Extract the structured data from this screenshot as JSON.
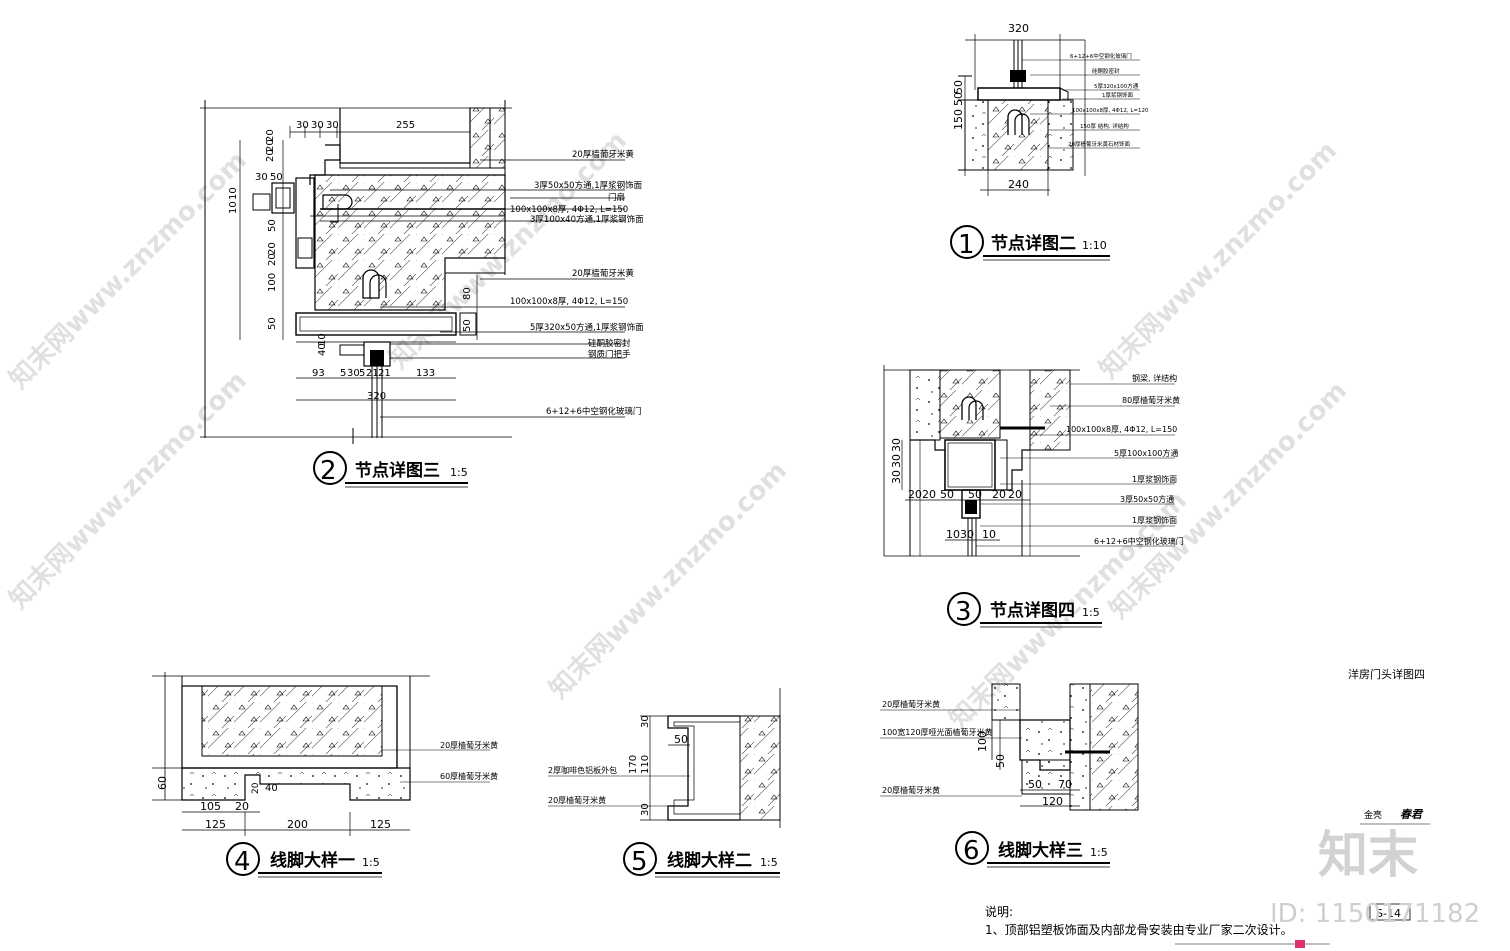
{
  "details": [
    {
      "id": "d2",
      "num": "2",
      "title": "节点详图三",
      "scale": "1:5",
      "dims_top": [
        "30",
        "30",
        "30",
        "255"
      ],
      "dims_left": [
        "20",
        "20",
        "20",
        "30",
        "50",
        "10",
        "10",
        "50",
        "20",
        "20",
        "100",
        "50",
        "40",
        "10"
      ],
      "dims_bottom": [
        "93",
        "5",
        "30",
        "5",
        "21",
        "21",
        "133",
        "320"
      ],
      "dims_right": [
        "80",
        "50"
      ],
      "notes": [
        "20厚樯葡牙米黄",
        "3厚50x50方通,1厚浆钢饰面",
        "门扇",
        "100x100x8厚, 4Φ12, L=150",
        "3厚100x40方通,1厚浆钢饰面",
        "20厚樯葡牙米黄",
        "100x100x8厚, 4Φ12, L=150",
        "5厚320x50方通,1厚浆钢饰面",
        "硅酮胶密封",
        "钢质门把手",
        "6+12+6中空钢化玻璃门"
      ]
    },
    {
      "id": "d1",
      "num": "1",
      "title": "节点详图二",
      "scale": "1:10",
      "dims_top": [
        "320"
      ],
      "dims_left": [
        "50",
        "50",
        "150"
      ],
      "dims_bottom": [
        "240"
      ],
      "notes": [
        "6+12+6中空钢化玻璃门",
        "硅酮胶密封",
        "5厚320x100方通",
        "1厚浆钢饰面",
        "100x100x8厚, 4Φ12, L=120",
        "150厚 结构, 详结构",
        "20厚樯葡牙米黄石材饰面"
      ]
    },
    {
      "id": "d3",
      "num": "3",
      "title": "节点详图四",
      "scale": "1:5",
      "dims_left": [
        "30",
        "30",
        "30"
      ],
      "dims_bottom": [
        "20",
        "20",
        "50",
        "50",
        "20",
        "20"
      ],
      "dims_bottom2": [
        "10",
        "30",
        "10"
      ],
      "notes": [
        "钢梁, 详结构",
        "80厚樯葡牙米黄",
        "100x100x8厚, 4Φ12, L=150",
        "5厚100x100方通",
        "1厚浆钢饰面",
        "3厚50x50方通",
        "1厚浆钢饰面",
        "6+12+6中空钢化玻璃门"
      ]
    },
    {
      "id": "d4",
      "num": "4",
      "title": "线脚大样一",
      "scale": "1:5",
      "dims_bottom1": [
        "105",
        "20"
      ],
      "dims_bottom2": [
        "125",
        "200",
        "125"
      ],
      "dims_left": [
        "60"
      ],
      "dims_inner": [
        "20",
        "40"
      ],
      "notes": [
        "20厚樯葡牙米黄",
        "60厚樯葡牙米黄"
      ]
    },
    {
      "id": "d5",
      "num": "5",
      "title": "线脚大样二",
      "scale": "1:5",
      "dims_left": [
        "30",
        "170",
        "110",
        "30"
      ],
      "dims_inner": [
        "50"
      ],
      "notes": [
        "2厚咖啡色铝板外包",
        "20厚樯葡牙米黄"
      ]
    },
    {
      "id": "d6",
      "num": "6",
      "title": "线脚大样三",
      "scale": "1:5",
      "dims_left": [
        "100",
        "50"
      ],
      "dims_bottom1": [
        "50",
        "70"
      ],
      "dims_bottom2": [
        "120"
      ],
      "notes": [
        "20厚樯葡牙米黄",
        "100宽120厚哑光面樯葡牙米黄",
        "20厚樯葡牙米黄"
      ]
    }
  ],
  "sheet_title": "洋房门头详图四",
  "signature_label": "金亮",
  "signature": "春君",
  "sheet_no": "S-14",
  "notes_title": "说明:",
  "notes_items": [
    "1、顶部铝塑板饰面及内部龙骨安装由专业厂家二次设计。"
  ],
  "brand_logo": "知末",
  "image_id": "ID: 1150171182",
  "watermark": "知末网www.znzmo.com",
  "colors": {
    "line": "#000000",
    "watermark": "#c8c8c8",
    "background": "#ffffff"
  }
}
